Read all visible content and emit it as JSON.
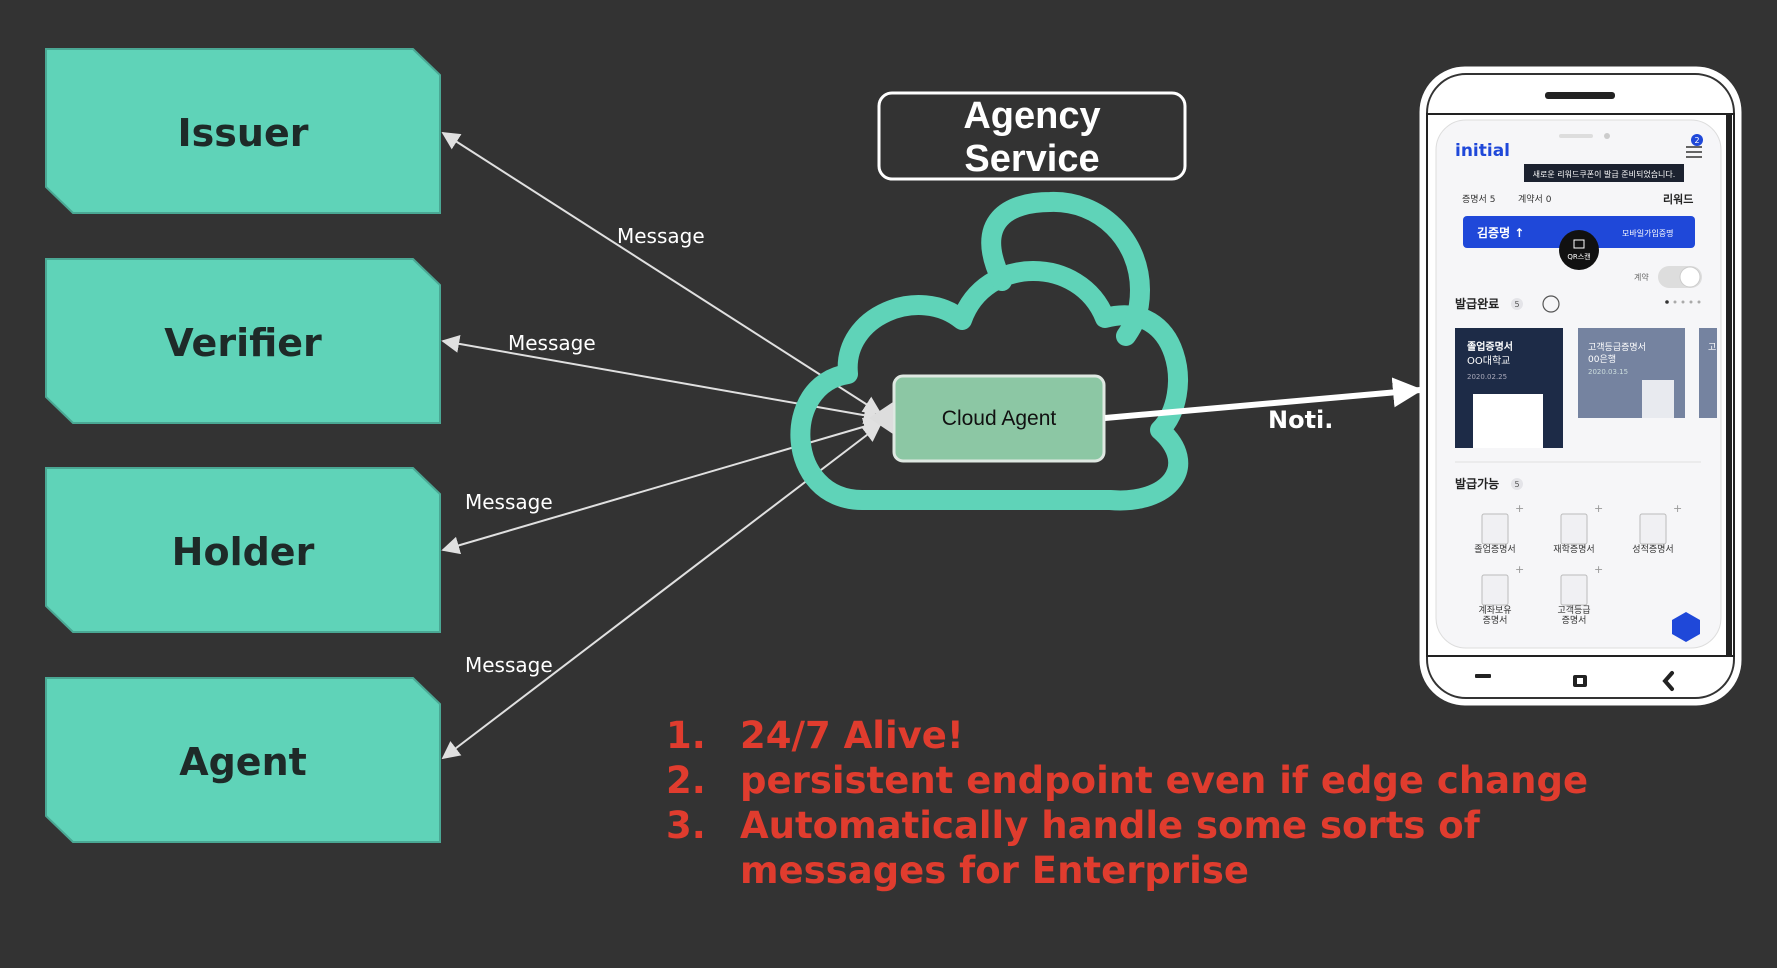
{
  "roles": {
    "issuer": "Issuer",
    "verifier": "Verifier",
    "holder": "Holder",
    "agent": "Agent"
  },
  "messages": {
    "m1": "Message",
    "m2": "Message",
    "m3": "Message",
    "m4": "Message"
  },
  "agency": {
    "line1": "Agency",
    "line2": "Service"
  },
  "cloud_agent": "Cloud Agent",
  "noti": "Noti.",
  "points": [
    {
      "num": "1.",
      "text": "24/7 Alive!"
    },
    {
      "num": "2.",
      "text": "persistent endpoint even if edge change"
    },
    {
      "num": "3.",
      "text": "Automatically handle some sorts of"
    },
    {
      "num": "",
      "text": "messages for Enterprise"
    }
  ],
  "phone": {
    "logo": "initial",
    "badge": "2",
    "banner": "새로운 리워드쿠폰이 발급 준비되었습니다.",
    "cert_count_label": "증명서 5",
    "contract_count_label": "계약서 0",
    "reward": "리워드",
    "user_name": "김증명 ↑",
    "mobile_join": "모바일가입증명",
    "qr_scan": "QR스캔",
    "contract_toggle": "계약",
    "issued_title": "발급완료",
    "issued_count": "5",
    "card1_title": "졸업증명서",
    "card1_sub": "OO대학교",
    "card1_date": "2020.02.25",
    "card2_title": "고객등급증명서",
    "card2_sub": "00은행",
    "card2_date": "2020.03.15",
    "card3_title": "고",
    "available_title": "발급가능",
    "available_count": "5",
    "doc1": "졸업증명서",
    "doc2": "재학증명서",
    "doc3": "성적증명서",
    "doc4a": "계좌보유",
    "doc4b": "증명서",
    "doc5a": "고객등급",
    "doc5b": "증명서"
  },
  "colors": {
    "teal": "#5fd3b8",
    "agent_box": "#8cc7a4",
    "accent_red": "#e03c2e",
    "background": "#333333",
    "phone_blue": "#1f48d9",
    "card_dark": "#1d2b47"
  }
}
